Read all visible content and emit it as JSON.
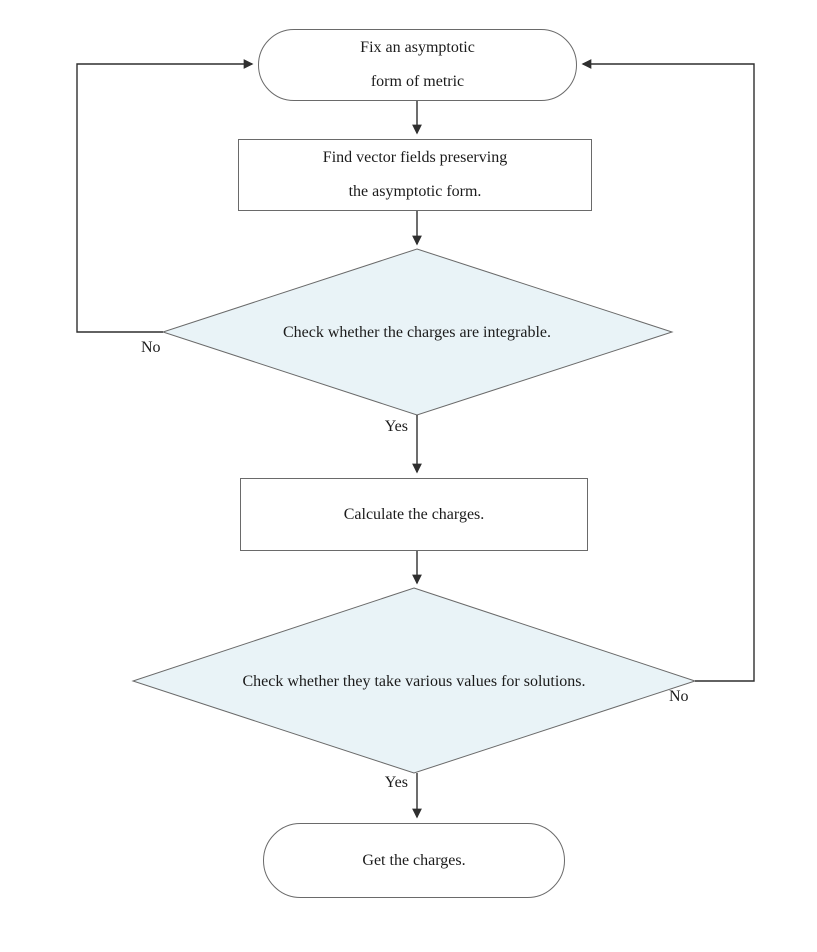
{
  "diagram": {
    "background": "#ffffff",
    "colors": {
      "decision_fill": "#e9f3f7",
      "shape_stroke": "#6a6a6a",
      "connector": "#2f2f2f",
      "text": "#1b1b1b"
    },
    "nodes": {
      "start": {
        "type": "terminator",
        "line1": "Fix an asymptotic",
        "line2": "form of metric"
      },
      "find_fields": {
        "type": "process",
        "line1": "Find vector fields preserving",
        "line2": "the asymptotic form."
      },
      "check_integrable": {
        "type": "decision",
        "label": "Check whether the charges are integrable."
      },
      "calculate": {
        "type": "process",
        "label": "Calculate the charges."
      },
      "check_values": {
        "type": "decision",
        "label": "Check whether they take various values for solutions."
      },
      "end": {
        "type": "terminator",
        "label": "Get the charges."
      }
    },
    "edges": {
      "integrable_no": "No",
      "integrable_yes": "Yes",
      "values_no": "No",
      "values_yes": "Yes"
    }
  }
}
